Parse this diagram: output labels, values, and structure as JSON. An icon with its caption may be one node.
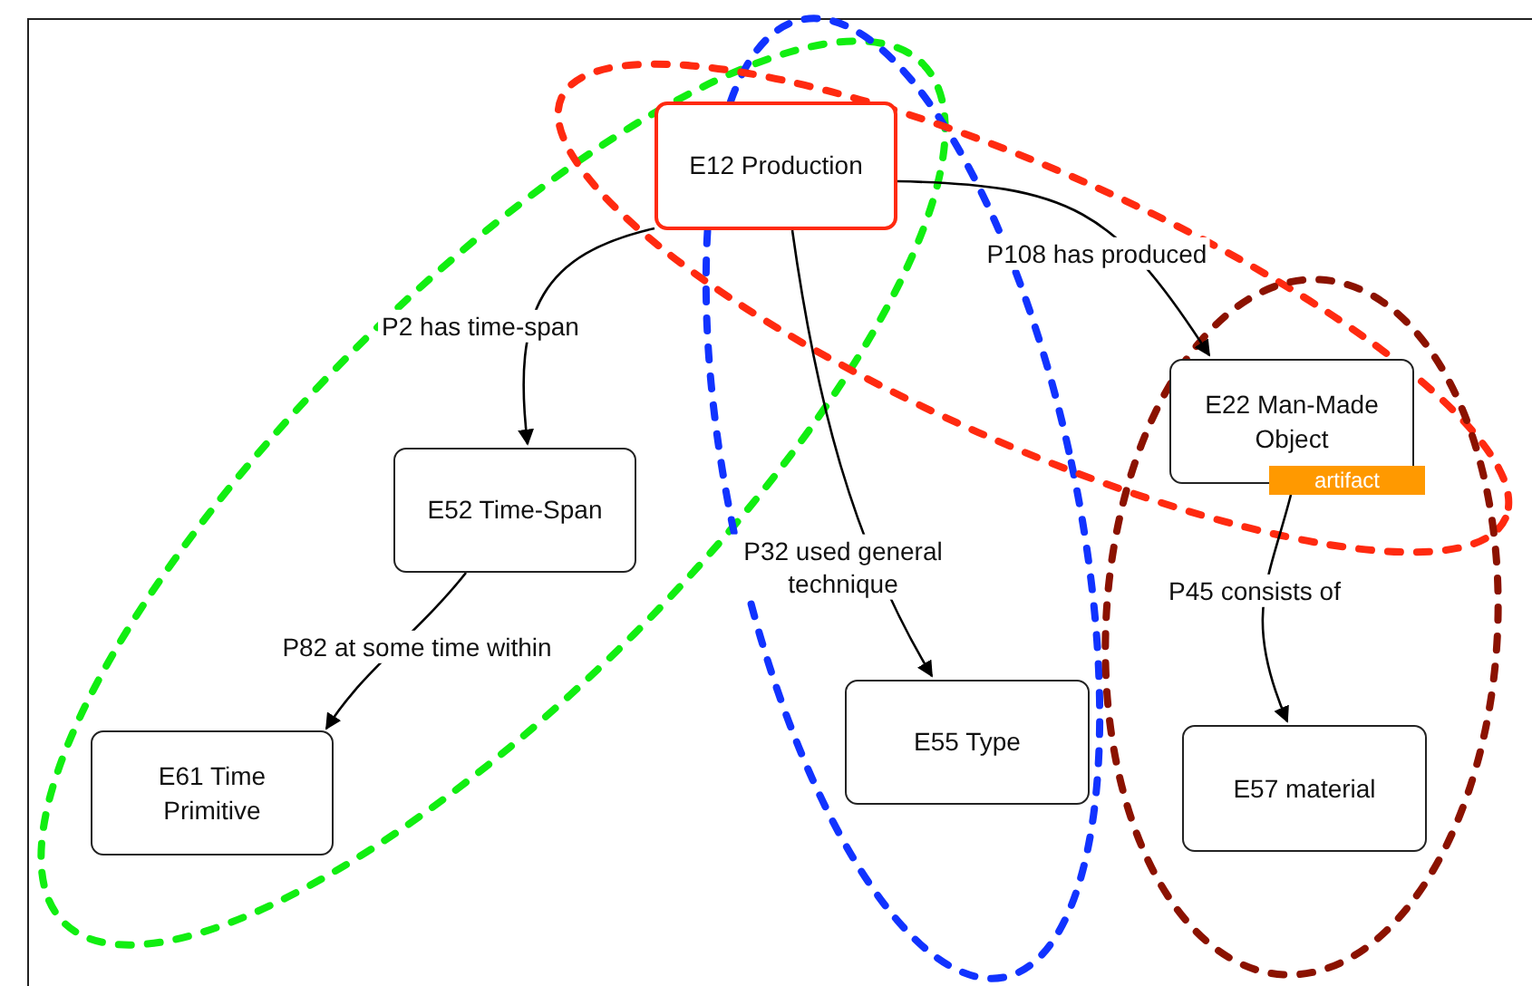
{
  "diagram": {
    "nodes": [
      {
        "text": [
          "E12 Production"
        ]
      },
      {
        "text": [
          "E52 Time-Span"
        ]
      },
      {
        "text": [
          "E61 Time Primitive"
        ]
      },
      {
        "text": [
          "E55 Type"
        ]
      },
      {
        "text": [
          "E22 Man-Made Object"
        ]
      },
      {
        "text": [
          "artifact"
        ]
      },
      {
        "text": [
          "E57 material"
        ]
      }
    ],
    "edges": [
      {
        "from": 0,
        "to": 1,
        "arrow": "to",
        "label": "P2 has time-span"
      },
      {
        "from": 1,
        "to": 2,
        "arrow": "to",
        "label": "P82 at some time within"
      },
      {
        "from": 0,
        "to": 3,
        "arrow": "to",
        "label": "P32 used general technique"
      },
      {
        "from": 0,
        "to": 4,
        "arrow": "to",
        "label": "P108 has produced"
      },
      {
        "from": 5,
        "to": 6,
        "arrow": "to",
        "label": "P45 consists of"
      }
    ]
  }
}
